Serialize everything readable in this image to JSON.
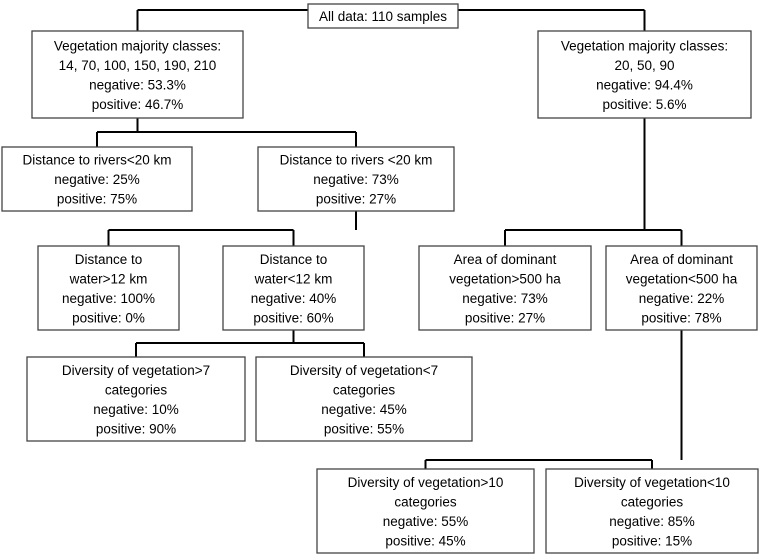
{
  "nodes": [
    {
      "id": "root",
      "lines": [
        "All data: 110 samples"
      ]
    },
    {
      "id": "l1",
      "lines": [
        "Vegetation majority classes:",
        "14, 70, 100, 150, 190, 210",
        "negative: 53.3%",
        "positive: 46.7%"
      ]
    },
    {
      "id": "r1",
      "lines": [
        "Vegetation majority classes:",
        "20, 50, 90",
        "negative: 94.4%",
        "positive: 5.6%"
      ]
    },
    {
      "id": "l2a",
      "lines": [
        "Distance to rivers<20 km",
        "negative: 25%",
        "positive: 75%"
      ]
    },
    {
      "id": "l2b",
      "lines": [
        "Distance to rivers <20 km",
        "negative: 73%",
        "positive: 27%"
      ]
    },
    {
      "id": "l3a",
      "lines": [
        "Distance to",
        "water>12 km",
        "negative: 100%",
        "positive: 0%"
      ]
    },
    {
      "id": "l3b",
      "lines": [
        "Distance to",
        "water<12 km",
        "negative: 40%",
        "positive: 60%"
      ]
    },
    {
      "id": "l4a",
      "lines": [
        "Diversity of vegetation>7",
        "categories",
        "negative: 10%",
        "positive: 90%"
      ]
    },
    {
      "id": "l4b",
      "lines": [
        "Diversity of vegetation<7",
        "categories",
        "negative: 45%",
        "positive: 55%"
      ]
    },
    {
      "id": "r2a",
      "lines": [
        "Area of dominant",
        "vegetation>500 ha",
        "negative: 73%",
        "positive: 27%"
      ]
    },
    {
      "id": "r2b",
      "lines": [
        "Area of dominant",
        "vegetation<500 ha",
        "negative: 22%",
        "positive: 78%"
      ]
    },
    {
      "id": "r3a",
      "lines": [
        "Diversity of vegetation>10",
        "categories",
        "negative: 55%",
        "positive: 45%"
      ]
    },
    {
      "id": "r3b",
      "lines": [
        "Diversity of vegetation<10",
        "categories",
        "negative: 85%",
        "positive: 15%"
      ]
    }
  ],
  "edges": [
    [
      "root",
      "l1"
    ],
    [
      "root",
      "r1"
    ],
    [
      "l1",
      "l2a"
    ],
    [
      "l1",
      "l2b"
    ],
    [
      "l2b",
      "l3a"
    ],
    [
      "l2b",
      "l3b"
    ],
    [
      "l3b",
      "l4a"
    ],
    [
      "l3b",
      "l4b"
    ],
    [
      "r1",
      "r2a"
    ],
    [
      "r1",
      "r2b"
    ],
    [
      "r2b",
      "r3a"
    ],
    [
      "r2b",
      "r3b"
    ]
  ]
}
